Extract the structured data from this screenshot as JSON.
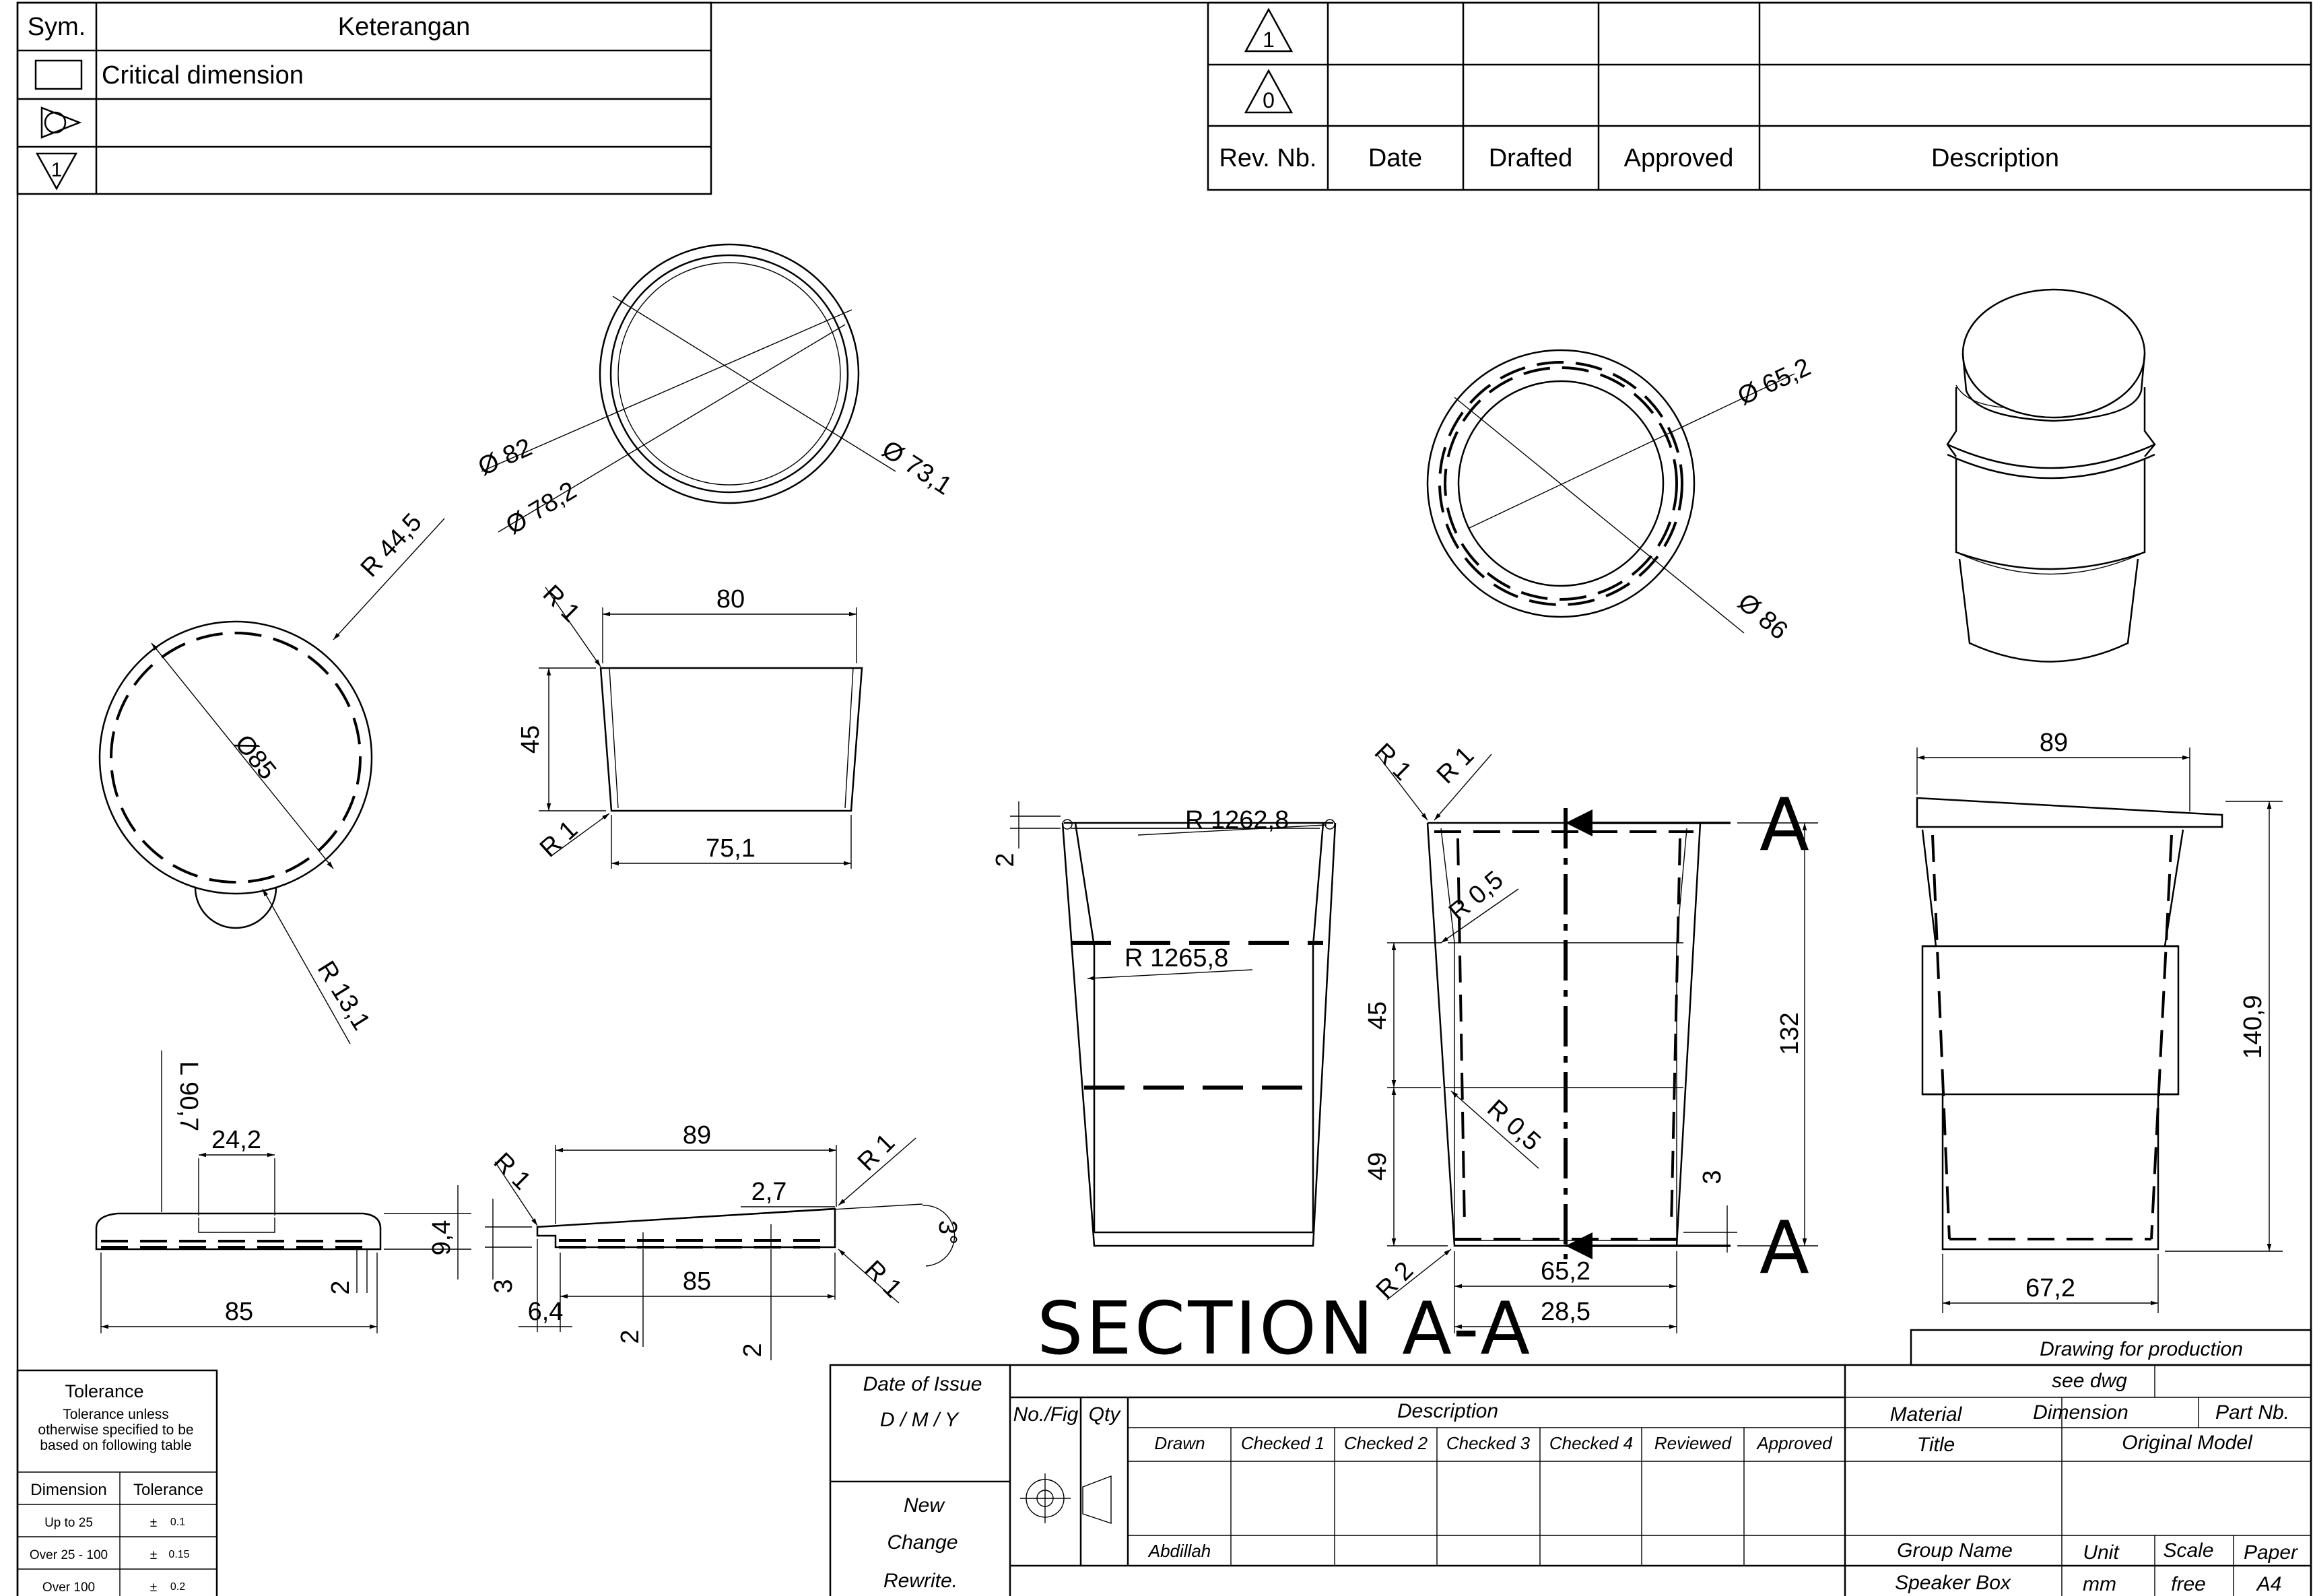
{
  "legend": {
    "col_sym": "Sym.",
    "col_desc": "Keterangan",
    "critical": "Critical dimension",
    "sym_1": "1"
  },
  "revision": {
    "rev1": "1",
    "rev0": "0",
    "col_rev": "Rev. Nb.",
    "col_date": "Date",
    "col_drafted": "Drafted",
    "col_approved": "Approved",
    "col_description": "Description"
  },
  "dims": {
    "top_circle": {
      "d82": "Ø 82",
      "d78": "Ø 78,2",
      "d73": "Ø 73,1"
    },
    "lid_top": {
      "r44": "R 44,5",
      "d85": "Ø85",
      "r13": "R 13,1"
    },
    "insert_side": {
      "w80": "80",
      "h45": "45",
      "r1a": "R 1",
      "r1b": "R 1",
      "w75": "75,1"
    },
    "lid_front": {
      "l90": "L 90,7",
      "w24": "24,2",
      "h9": "9,4",
      "h2": "2",
      "w85": "85"
    },
    "lid_section": {
      "w89": "89",
      "r1a": "R 1",
      "r1b": "R 1",
      "r1c": "R 1",
      "t27": "2,7",
      "ang": "3°",
      "h3": "3",
      "w85": "85",
      "w64": "6,4",
      "d2a": "2",
      "d2b": "2"
    },
    "cup_section": {
      "rtop": "R 1262,8",
      "rmid": "R 1265,8",
      "h2": "2"
    },
    "bottom_circle": {
      "d65": "Ø 65,2",
      "d86": "Ø 86"
    },
    "section_aa": {
      "r1a": "R 1",
      "r1b": "R 1",
      "r05a": "R 0,5",
      "r05b": "R 0,5",
      "h45": "45",
      "h49": "49",
      "h132": "132",
      "h3": "3",
      "r2": "R 2",
      "w652": "65,2",
      "w285": "28,5",
      "markA1": "A",
      "markA2": "A"
    },
    "assembly": {
      "w89": "89",
      "h1409": "140,9",
      "w672": "67,2"
    }
  },
  "section_title": "SECTION A-A",
  "tolerance": {
    "title": "Tolerance",
    "note1": "Tolerance unless",
    "note2": "otherwise specified to be",
    "note3": "based on following table",
    "col_dimension": "Dimension",
    "col_tolerance": "Tolerance",
    "rows": [
      {
        "range": "Up to 25",
        "pm": "±",
        "value": "0.1"
      },
      {
        "range": "Over 25 - 100",
        "pm": "±",
        "value": "0.15"
      },
      {
        "range": "Over 100",
        "pm": "±",
        "value": "0.2"
      }
    ]
  },
  "title_block": {
    "date_of_issue": "Date of Issue",
    "date_format": "D / M / Y",
    "new": "New",
    "change": "Change",
    "rewrite": "Rewrite.",
    "no_fig": "No./Fig",
    "qty": "Qty",
    "description": "Description",
    "drawn": "Drawn",
    "checked1": "Checked 1",
    "checked2": "Checked 2",
    "checked3": "Checked 3",
    "checked4": "Checked 4",
    "reviewed": "Reviewed",
    "approved": "Approved",
    "drawn_by": "Abdillah",
    "drawing_for": "Drawing for production",
    "see_dwg": "see dwg",
    "material": "Material",
    "dimension": "Dimension",
    "part_nb": "Part Nb.",
    "title": "Title",
    "original_model": "Original Model",
    "group_name": "Group Name",
    "group_value": "Speaker Box",
    "unit": "Unit",
    "unit_value": "mm",
    "scale": "Scale",
    "scale_value": "free",
    "paper": "Paper",
    "paper_value": "A4"
  }
}
